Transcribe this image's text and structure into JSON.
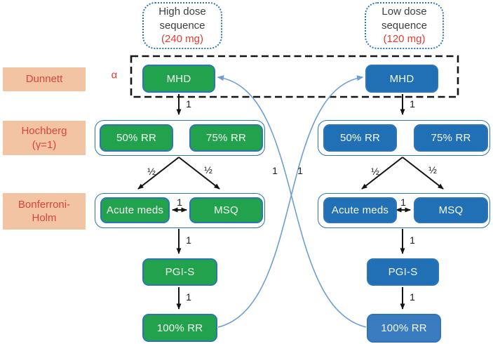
{
  "diagram": {
    "alpha_label": "α",
    "edge_one": "1",
    "edge_half": "½",
    "row_labels": {
      "dunnett": "Dunnett",
      "hochberg_line1": "Hochberg",
      "hochberg_line2": "(γ=1)",
      "bonferroni_line1": "Bonferroni-",
      "bonferroni_line2": "Holm"
    },
    "high": {
      "header_line1": "High dose",
      "header_line2": "sequence",
      "header_dose": "(240 mg)",
      "mhd": "MHD",
      "rr50": "50% RR",
      "rr75": "75% RR",
      "acute": "Acute meds",
      "msq": "MSQ",
      "pgis": "PGI-S",
      "rr100": "100% RR"
    },
    "low": {
      "header_line1": "Low dose",
      "header_line2": "sequence",
      "header_dose": "(120 mg)",
      "mhd": "MHD",
      "rr50": "50% RR",
      "rr75": "75% RR",
      "acute": "Acute meds",
      "msq": "MSQ",
      "pgis": "PGI-S",
      "rr100": "100% RR"
    },
    "colors": {
      "green": "#23a24d",
      "blue": "#2170b5",
      "blue_light": "#3a7cbf",
      "box_border": "#2e75b6",
      "label_bg": "#f2c4a4",
      "label_text": "#d8453a",
      "dose_text": "#e03e33",
      "header_text": "#3f3f3f",
      "arc": "#6d9ed6",
      "arrow": "#141414"
    }
  }
}
